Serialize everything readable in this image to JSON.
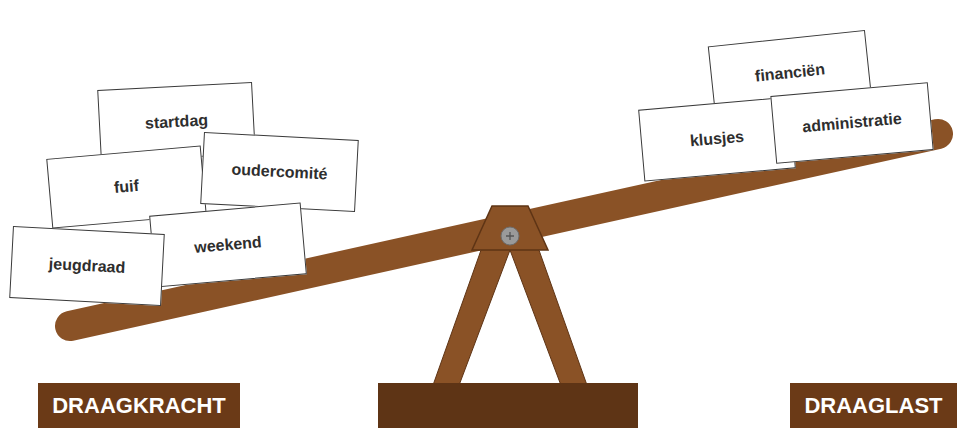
{
  "diagram": {
    "nodes": [
      {
        "text": [
          "startdag"
        ]
      },
      {
        "text": [
          "fuif"
        ]
      },
      {
        "text": [
          "oudercomité"
        ]
      },
      {
        "text": [
          "jeugdraad"
        ]
      },
      {
        "text": [
          "weekend"
        ]
      },
      {
        "text": [
          "financiën"
        ]
      },
      {
        "text": [
          "klusjes"
        ]
      },
      {
        "text": [
          "administratie"
        ]
      },
      {
        "text": [
          "DRAAGKRACHT"
        ]
      },
      {
        "text": [
          "DRAAGLAST"
        ]
      }
    ]
  }
}
